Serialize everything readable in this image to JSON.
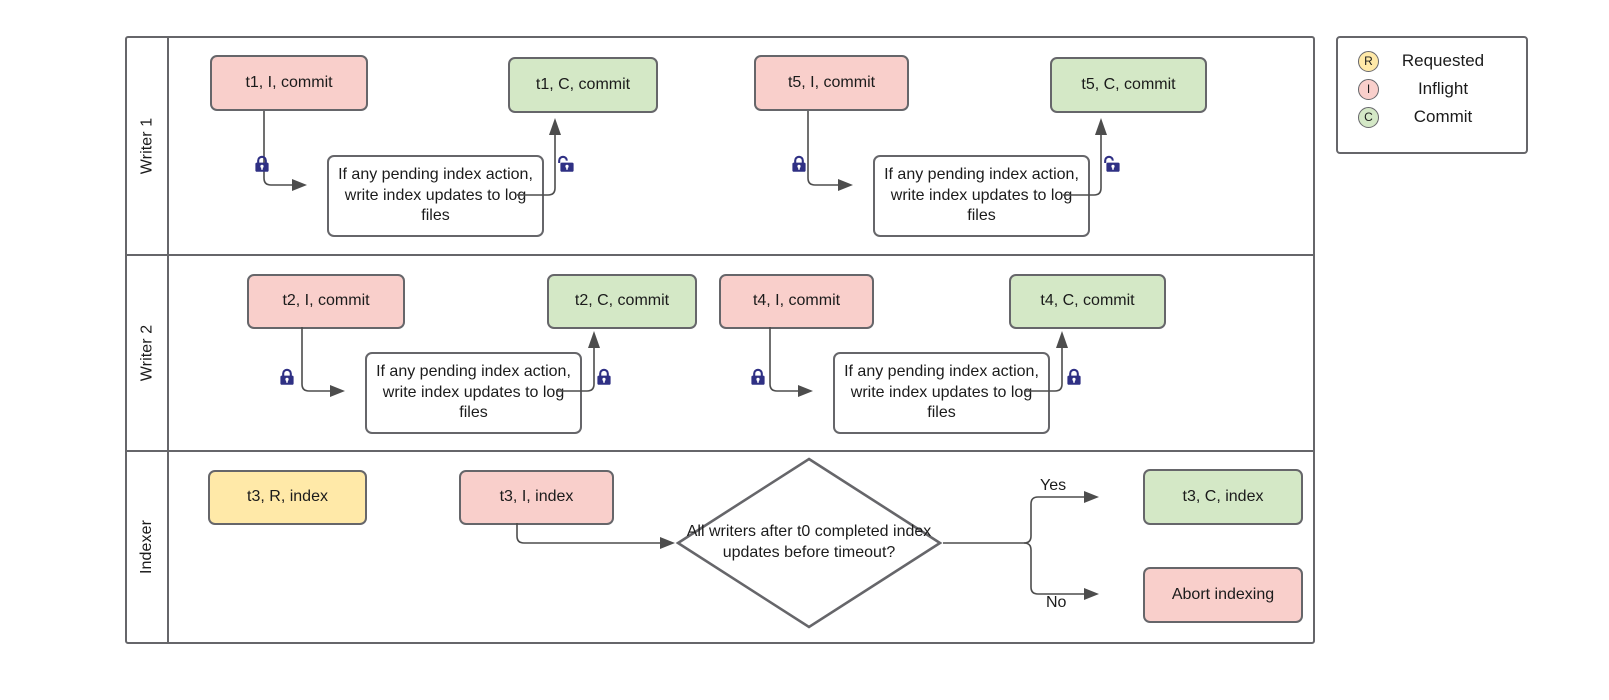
{
  "diagram": {
    "title": "Writer / Indexer concurrency swimlane",
    "colors": {
      "red": "#f9cfcb",
      "green": "#d4e8c6",
      "yellow": "#ffe9a8",
      "white": "#ffffff",
      "border": "#66666a",
      "connector": "#4d4d4d",
      "lock": "#2f3084"
    }
  },
  "lanes": [
    {
      "id": "writer1",
      "label": "Writer 1"
    },
    {
      "id": "writer2",
      "label": "Writer 2"
    },
    {
      "id": "indexer",
      "label": "Indexer"
    }
  ],
  "writer1": {
    "t1_inflight": "t1, I, commit",
    "t1_commit": "t1, C, commit",
    "t1_process": "If any pending index action, write index updates to log files",
    "t5_inflight": "t5, I, commit",
    "t5_commit": "t5, C, commit",
    "t5_process": "If any pending index action, write index updates to log files",
    "lock_acquire_1": "lock-closed-icon",
    "lock_release_1": "lock-open-icon",
    "lock_acquire_2": "lock-closed-icon",
    "lock_release_2": "lock-open-icon"
  },
  "writer2": {
    "t2_inflight": "t2, I, commit",
    "t2_commit": "t2, C, commit",
    "t2_process": "If any pending index action, write index updates to log files",
    "t4_inflight": "t4, I, commit",
    "t4_commit": "t4, C, commit",
    "t4_process": "If any pending index action, write index updates to log files",
    "lock_acquire_1": "lock-closed-icon",
    "lock_release_1": "lock-closed-icon",
    "lock_acquire_2": "lock-closed-icon",
    "lock_release_2": "lock-closed-icon"
  },
  "indexer": {
    "t3_requested": "t3, R, index",
    "t3_inflight": "t3, I, index",
    "decision": "All writers after t0 completed index updates before timeout?",
    "yes_label": "Yes",
    "no_label": "No",
    "t3_commit": "t3, C, index",
    "abort": "Abort indexing"
  },
  "legend": {
    "items": [
      {
        "badge": "R",
        "label": "Requested"
      },
      {
        "badge": "I",
        "label": "Inflight"
      },
      {
        "badge": "C",
        "label": "Commit"
      }
    ]
  }
}
